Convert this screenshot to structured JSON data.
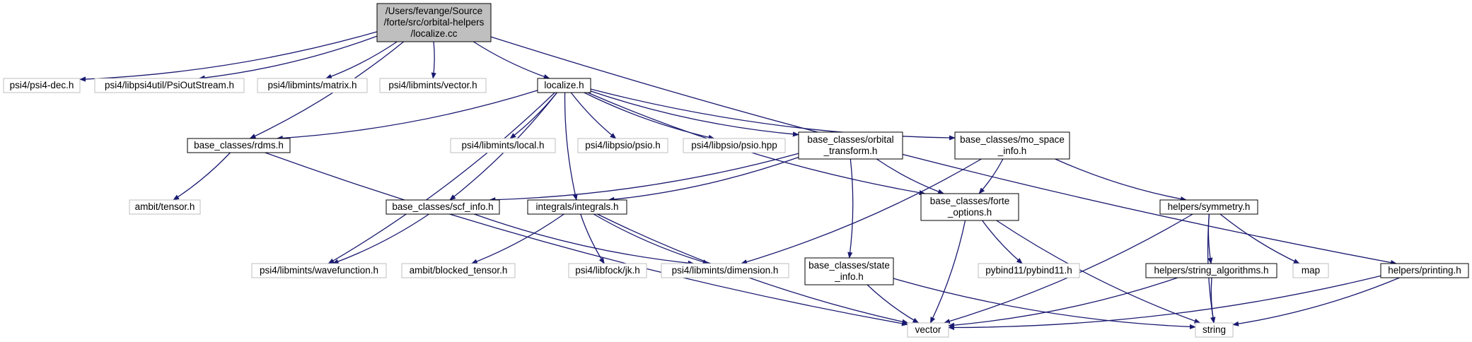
{
  "diagram": {
    "nodes": [
      {
        "id": "localize_cc",
        "lines": [
          "/Users/fevange/Source",
          "/forte/src/orbital-helpers",
          "/localize.cc"
        ],
        "style": "root"
      },
      {
        "id": "psi4_dec",
        "lines": [
          "psi4/psi4-dec.h"
        ],
        "style": "external"
      },
      {
        "id": "psioutstream",
        "lines": [
          "psi4/libpsi4util/PsiOutStream.h"
        ],
        "style": "external"
      },
      {
        "id": "matrix",
        "lines": [
          "psi4/libmints/matrix.h"
        ],
        "style": "external"
      },
      {
        "id": "vector_h",
        "lines": [
          "psi4/libmints/vector.h"
        ],
        "style": "external"
      },
      {
        "id": "localize_h",
        "lines": [
          "localize.h"
        ],
        "style": "project"
      },
      {
        "id": "rdms",
        "lines": [
          "base_classes/rdms.h"
        ],
        "style": "project"
      },
      {
        "id": "local",
        "lines": [
          "psi4/libmints/local.h"
        ],
        "style": "external"
      },
      {
        "id": "psio_h",
        "lines": [
          "psi4/libpsio/psio.h"
        ],
        "style": "external"
      },
      {
        "id": "psio_hpp",
        "lines": [
          "psi4/libpsio/psio.hpp"
        ],
        "style": "external"
      },
      {
        "id": "orbital_transform",
        "lines": [
          "base_classes/orbital",
          "_transform.h"
        ],
        "style": "project"
      },
      {
        "id": "mo_space_info",
        "lines": [
          "base_classes/mo_space",
          "_info.h"
        ],
        "style": "project"
      },
      {
        "id": "tensor",
        "lines": [
          "ambit/tensor.h"
        ],
        "style": "external"
      },
      {
        "id": "scf_info",
        "lines": [
          "base_classes/scf_info.h"
        ],
        "style": "project"
      },
      {
        "id": "integrals",
        "lines": [
          "integrals/integrals.h"
        ],
        "style": "project"
      },
      {
        "id": "forte_options",
        "lines": [
          "base_classes/forte",
          "_options.h"
        ],
        "style": "project"
      },
      {
        "id": "symmetry",
        "lines": [
          "helpers/symmetry.h"
        ],
        "style": "project"
      },
      {
        "id": "wavefunction",
        "lines": [
          "psi4/libmints/wavefunction.h"
        ],
        "style": "external"
      },
      {
        "id": "blocked_tensor",
        "lines": [
          "ambit/blocked_tensor.h"
        ],
        "style": "external"
      },
      {
        "id": "jk",
        "lines": [
          "psi4/libfock/jk.h"
        ],
        "style": "external"
      },
      {
        "id": "dimension",
        "lines": [
          "psi4/libmints/dimension.h"
        ],
        "style": "external"
      },
      {
        "id": "state_info",
        "lines": [
          "base_classes/state",
          "_info.h"
        ],
        "style": "project"
      },
      {
        "id": "pybind11",
        "lines": [
          "pybind11/pybind11.h"
        ],
        "style": "external"
      },
      {
        "id": "string_algorithms",
        "lines": [
          "helpers/string_algorithms.h"
        ],
        "style": "project"
      },
      {
        "id": "map",
        "lines": [
          "map"
        ],
        "style": "external"
      },
      {
        "id": "printing",
        "lines": [
          "helpers/printing.h"
        ],
        "style": "project"
      },
      {
        "id": "vector",
        "lines": [
          "vector"
        ],
        "style": "external"
      },
      {
        "id": "string",
        "lines": [
          "string"
        ],
        "style": "external"
      }
    ],
    "edges": [
      [
        "localize_cc",
        "psi4_dec"
      ],
      [
        "localize_cc",
        "psioutstream"
      ],
      [
        "localize_cc",
        "matrix"
      ],
      [
        "localize_cc",
        "vector_h"
      ],
      [
        "localize_cc",
        "localize_h"
      ],
      [
        "localize_cc",
        "rdms"
      ],
      [
        "localize_cc",
        "printing"
      ],
      [
        "localize_h",
        "rdms"
      ],
      [
        "localize_h",
        "local"
      ],
      [
        "localize_h",
        "psio_h"
      ],
      [
        "localize_h",
        "psio_hpp"
      ],
      [
        "localize_h",
        "orbital_transform"
      ],
      [
        "localize_h",
        "mo_space_info"
      ],
      [
        "localize_h",
        "scf_info"
      ],
      [
        "localize_h",
        "integrals"
      ],
      [
        "localize_h",
        "forte_options"
      ],
      [
        "localize_h",
        "wavefunction"
      ],
      [
        "rdms",
        "tensor"
      ],
      [
        "rdms",
        "vector"
      ],
      [
        "orbital_transform",
        "scf_info"
      ],
      [
        "orbital_transform",
        "integrals"
      ],
      [
        "orbital_transform",
        "forte_options"
      ],
      [
        "orbital_transform",
        "state_info"
      ],
      [
        "mo_space_info",
        "forte_options"
      ],
      [
        "mo_space_info",
        "symmetry"
      ],
      [
        "mo_space_info",
        "dimension"
      ],
      [
        "scf_info",
        "wavefunction"
      ],
      [
        "scf_info",
        "dimension"
      ],
      [
        "integrals",
        "blocked_tensor"
      ],
      [
        "integrals",
        "jk"
      ],
      [
        "integrals",
        "dimension"
      ],
      [
        "integrals",
        "vector"
      ],
      [
        "forte_options",
        "pybind11"
      ],
      [
        "forte_options",
        "vector"
      ],
      [
        "forte_options",
        "string"
      ],
      [
        "symmetry",
        "string_algorithms"
      ],
      [
        "symmetry",
        "map"
      ],
      [
        "symmetry",
        "vector"
      ],
      [
        "symmetry",
        "string"
      ],
      [
        "state_info",
        "vector"
      ],
      [
        "state_info",
        "string"
      ],
      [
        "string_algorithms",
        "vector"
      ],
      [
        "string_algorithms",
        "string"
      ],
      [
        "printing",
        "vector"
      ],
      [
        "printing",
        "string"
      ]
    ],
    "colors": {
      "edge": "#191970",
      "root_fill": "#bfbfbf",
      "project_border": "#000000",
      "external_border": "#bfbfbf",
      "text": "#000000",
      "background": "#ffffff"
    }
  }
}
